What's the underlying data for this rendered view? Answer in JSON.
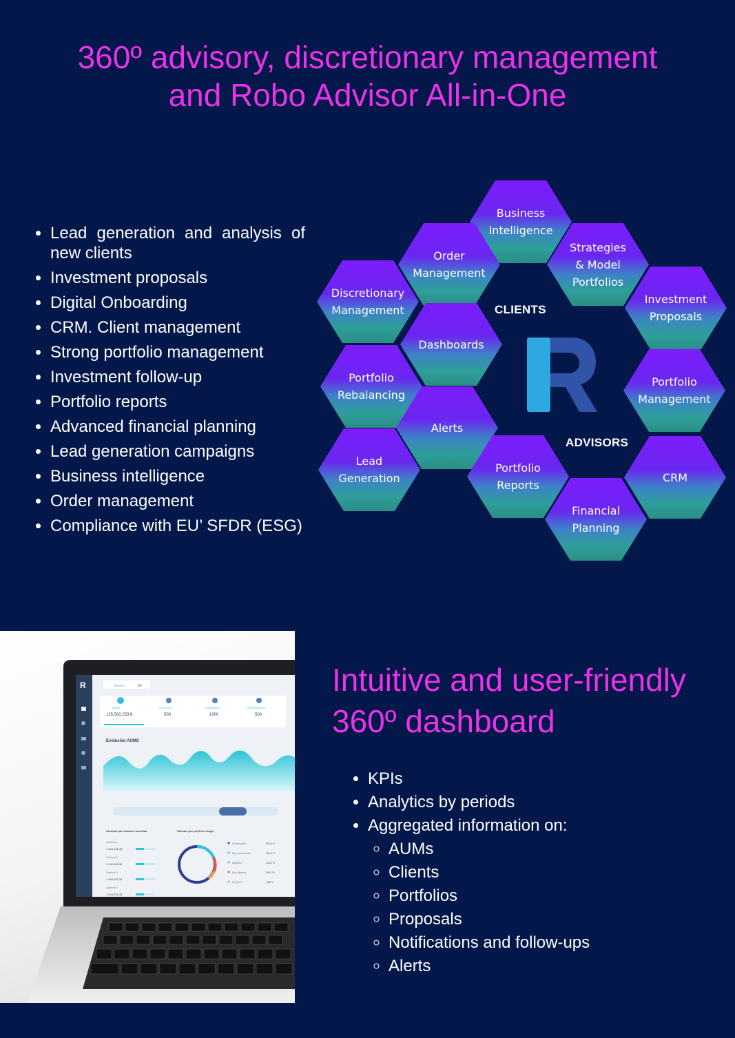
{
  "header": {
    "title_line1": "360º advisory, discretionary management",
    "title_line2": "and Robo Advisor All-in-One"
  },
  "features": [
    "Lead generation and analysis of new clients",
    "Investment proposals",
    "Digital Onboarding",
    "CRM. Client management",
    "Strong portfolio management",
    "Investment follow-up",
    "Portfolio reports",
    "Advanced financial planning",
    "Lead generation campaigns",
    "Business intelligence",
    "Order management",
    "Compliance with EU’ SFDR (ESG)"
  ],
  "hexagons": {
    "business_intelligence": "Business\nIntelligence",
    "order_management": "Order\nManagement",
    "strategies": "Strategies\n& Model\nPortfolios",
    "discretionary": "Discretionary\nManagement",
    "investment_proposals": "Investment\nProposals",
    "dashboards": "Dashboards",
    "portfolio_rebalancing": "Portfolio\nRebalancing",
    "portfolio_management": "Portfolio\nManagement",
    "alerts": "Alerts",
    "lead_generation": "Lead\nGeneration",
    "portfolio_reports": "Portfolio\nReports",
    "crm": "CRM",
    "financial_planning": "Financial\nPlanning"
  },
  "groups": {
    "clients": "CLIENTS",
    "advisors": "ADVISORS"
  },
  "dashboard_screen": {
    "logo": "R",
    "search": "Search",
    "filter": "All",
    "kpis": [
      {
        "label": "AUMS",
        "value": "125.560.253 €"
      },
      {
        "label": "CLIENTES",
        "value": "500"
      },
      {
        "label": "CARTERAS",
        "value": "1000"
      },
      {
        "label": "PROPUESTAS",
        "value": "500"
      }
    ],
    "chart_title": "Evolución AUMS",
    "left_panel_title": "Carteras por volumen invertido",
    "right_panel_title": "Clientes por perfil de riesgo",
    "legend": [
      {
        "name": "Conservador",
        "value": "62,10 %",
        "color": "#2a3f8f"
      },
      {
        "name": "Muy conservador",
        "value": "16,19 %",
        "color": "#35c3d6"
      },
      {
        "name": "Agresivo",
        "value": "14,22 %",
        "color": "#8aa0c8"
      },
      {
        "name": "Muy Agresivo",
        "value": "16,11 %",
        "color": "#e0584e"
      },
      {
        "name": "Sin perfil",
        "value": "7,62 %",
        "color": "#f0a040"
      }
    ],
    "rows": [
      {
        "name": "Cartera 1",
        "value": "1.444.431,34"
      },
      {
        "name": "Cartera 2",
        "value": "1.444.431,34"
      },
      {
        "name": "Cartera 3",
        "value": "1.444.431,34"
      },
      {
        "name": "Cartera 4",
        "value": "1.444.431,34"
      }
    ]
  },
  "dashboard_section": {
    "title": "Intuitive and user-friendly 360º dashboard",
    "items": [
      "KPIs",
      "Analytics by periods",
      "Aggregated information on:"
    ],
    "subitems": [
      "AUMs",
      "Clients",
      "Portfolios",
      "Proposals",
      "Notifications and follow-ups",
      "Alerts"
    ]
  },
  "colors": {
    "background": "#03174a",
    "accent": "#e933e6",
    "hex_top": "#7d1dfc",
    "hex_bottom": "#2a8f86"
  }
}
